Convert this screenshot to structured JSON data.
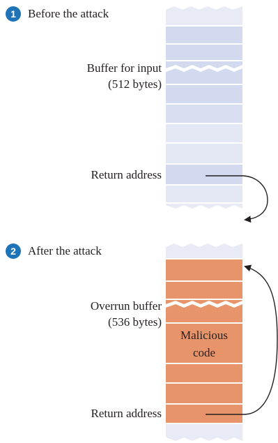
{
  "steps": {
    "before": {
      "number": "1",
      "title": "Before the attack"
    },
    "after": {
      "number": "2",
      "title": "After the attack"
    }
  },
  "before_stack": {
    "buffer_label_line1": "Buffer for input",
    "buffer_label_line2": "(512 bytes)",
    "return_label": "Return address"
  },
  "after_stack": {
    "buffer_label_line1": "Overrun buffer",
    "buffer_label_line2": "(536 bytes)",
    "malicious_line1": "Malicious",
    "malicious_line2": "code",
    "return_label": "Return address"
  },
  "colors": {
    "stack_fill": "#d3d9ee",
    "stack_fill_light": "#e4e8f4",
    "overrun_fill": "#e8946a",
    "arrow": "#231f20",
    "step_badge": "#1f73b7"
  }
}
